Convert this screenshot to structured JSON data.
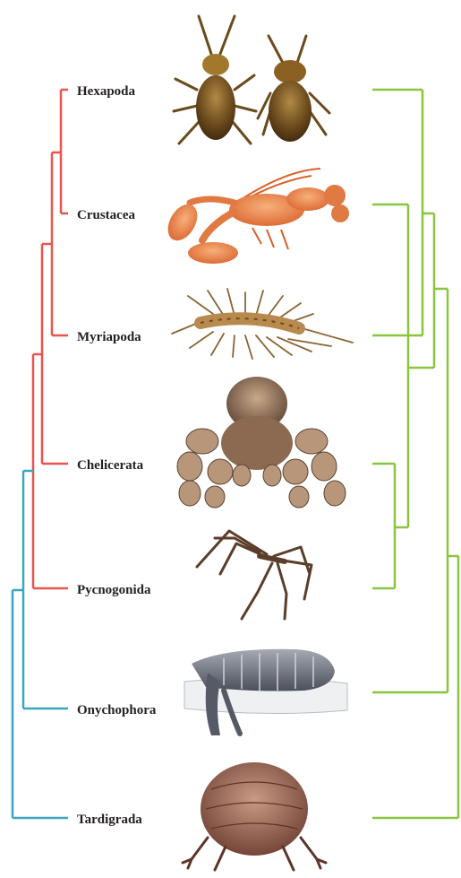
{
  "taxa": [
    {
      "label": "Hexapoda",
      "icon": "cockroach-icon"
    },
    {
      "label": "Crustacea",
      "icon": "lobster-icon"
    },
    {
      "label": "Myriapoda",
      "icon": "centipede-icon"
    },
    {
      "label": "Chelicerata",
      "icon": "tarantula-icon"
    },
    {
      "label": "Pycnogonida",
      "icon": "sea-spider-icon"
    },
    {
      "label": "Onychophora",
      "icon": "velvet-worm-icon"
    },
    {
      "label": "Tardigrada",
      "icon": "tardigrade-icon"
    }
  ],
  "colors": {
    "arthropod_branch": "#e8554f",
    "outgroup_branch": "#3aa6c1",
    "alt_tree_branch": "#8ac53f",
    "label": "#231f20"
  }
}
